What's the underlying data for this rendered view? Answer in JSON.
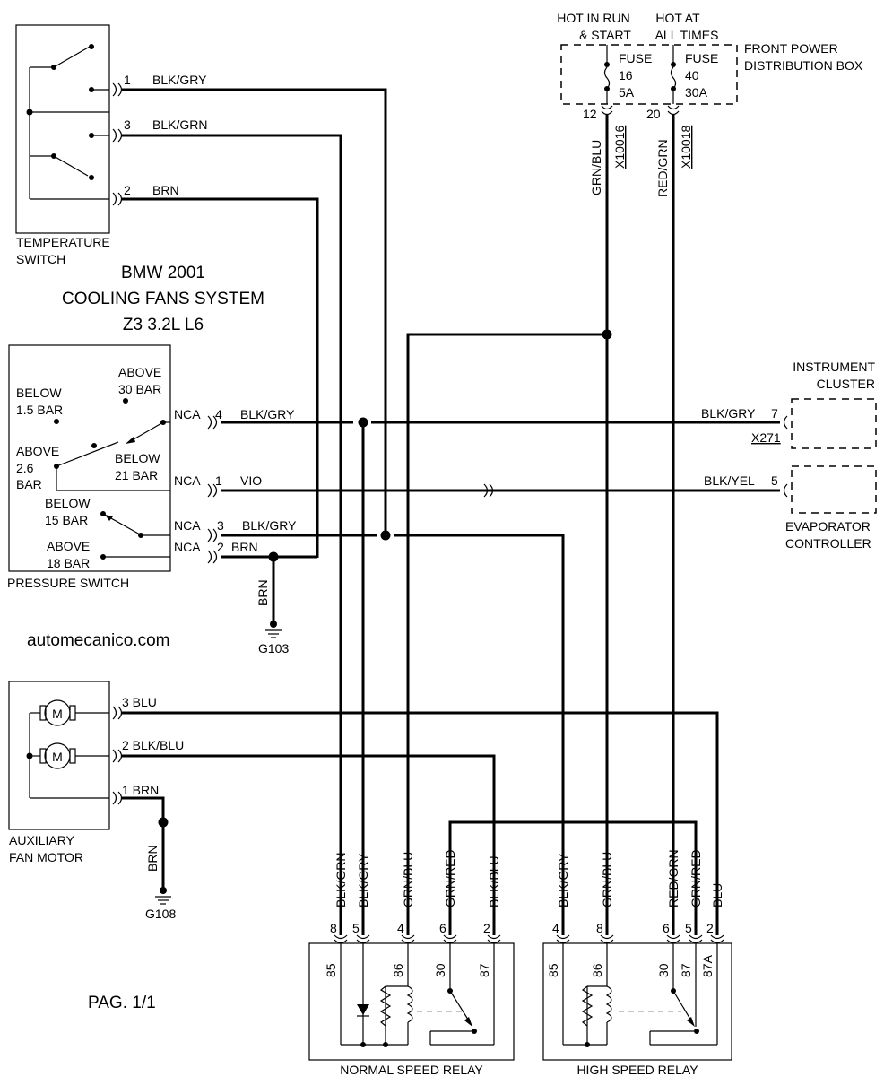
{
  "title": {
    "line1": "BMW 2001",
    "line2": "COOLING FANS SYSTEM",
    "line3": "Z3 3.2L L6"
  },
  "watermark": "automecanico.com",
  "page_number": "PAG. 1/1",
  "components": {
    "temperature_switch": {
      "line1": "TEMPERATURE",
      "line2": "SWITCH"
    },
    "pressure_switch": "PRESSURE SWITCH",
    "aux_fan_motor": {
      "line1": "AUXILIARY",
      "line2": "FAN MOTOR"
    },
    "normal_relay": "NORMAL SPEED RELAY",
    "high_relay": "HIGH SPEED RELAY",
    "instrument_cluster": {
      "line1": "INSTRUMENT",
      "line2": "CLUSTER"
    },
    "evaporator_controller": {
      "line1": "EVAPORATOR",
      "line2": "CONTROLLER"
    },
    "power_box": {
      "line1": "FRONT POWER",
      "line2": "DISTRIBUTION BOX"
    },
    "motor_symbol": "M"
  },
  "power": {
    "hot_run": {
      "line1": "HOT IN RUN",
      "line2": "& START"
    },
    "hot_all": {
      "line1": "HOT AT",
      "line2": "ALL TIMES"
    },
    "fuse16": {
      "label": "FUSE",
      "num": "16",
      "amp": "5A",
      "pin": "12",
      "wire": "GRN/BLU",
      "conn": "X10016"
    },
    "fuse40": {
      "label": "FUSE",
      "num": "40",
      "amp": "30A",
      "pin": "20",
      "wire": "RED/GRN",
      "conn": "X10018"
    }
  },
  "pressure_states": {
    "below15": {
      "line1": "BELOW",
      "line2": "1.5 BAR"
    },
    "above30": {
      "line1": "ABOVE",
      "line2": "30 BAR"
    },
    "above26": {
      "line1": "ABOVE",
      "line2": "2.6",
      "line3": "BAR"
    },
    "below21": {
      "line1": "BELOW",
      "line2": "21 BAR"
    },
    "below15b": {
      "line1": "BELOW",
      "line2": "15 BAR"
    },
    "above18": {
      "line1": "ABOVE",
      "line2": "18 BAR"
    }
  },
  "temp_pins": [
    {
      "pin": "1",
      "wire": "BLK/GRY"
    },
    {
      "pin": "3",
      "wire": "BLK/GRN"
    },
    {
      "pin": "2",
      "wire": "BRN"
    }
  ],
  "pressure_pins": [
    {
      "nca": "NCA",
      "pin": "4",
      "wire": "BLK/GRY"
    },
    {
      "nca": "NCA",
      "pin": "1",
      "wire": "VIO"
    },
    {
      "nca": "NCA",
      "pin": "3",
      "wire": "BLK/GRY"
    },
    {
      "nca": "NCA",
      "pin": "2",
      "wire": "BRN"
    }
  ],
  "cluster_pin": {
    "wire": "BLK/GRY",
    "pin": "7",
    "conn": "X271"
  },
  "evap_pin": {
    "wire": "BLK/YEL",
    "pin": "5"
  },
  "grounds": {
    "g103": "G103",
    "g103_wire": "BRN",
    "g108": "G108",
    "g108_wire": "BRN"
  },
  "motor_pins": [
    {
      "label": "3 BLU"
    },
    {
      "label": "2 BLK/BLU"
    },
    {
      "label": "1 BRN"
    }
  ],
  "normal_relay_wires": [
    {
      "wire": "BLK/GRN",
      "pin": "8",
      "term": "85"
    },
    {
      "wire": "BLK/GRY",
      "pin": "5",
      "term": ""
    },
    {
      "wire": "GRN/BLU",
      "pin": "4",
      "term": "86"
    },
    {
      "wire": "GRN/RED",
      "pin": "6",
      "term": "30"
    },
    {
      "wire": "BLK/BLU",
      "pin": "2",
      "term": "87"
    }
  ],
  "high_relay_wires": [
    {
      "wire": "BLK/GRY",
      "pin": "4",
      "term": "85"
    },
    {
      "wire": "GRN/BLU",
      "pin": "8",
      "term": "86"
    },
    {
      "wire": "RED/GRN",
      "pin": "6",
      "term": "30"
    },
    {
      "wire": "GRN/RED",
      "pin": "5",
      "term": "87"
    },
    {
      "wire": "BLU",
      "pin": "2",
      "term": "87A"
    }
  ]
}
